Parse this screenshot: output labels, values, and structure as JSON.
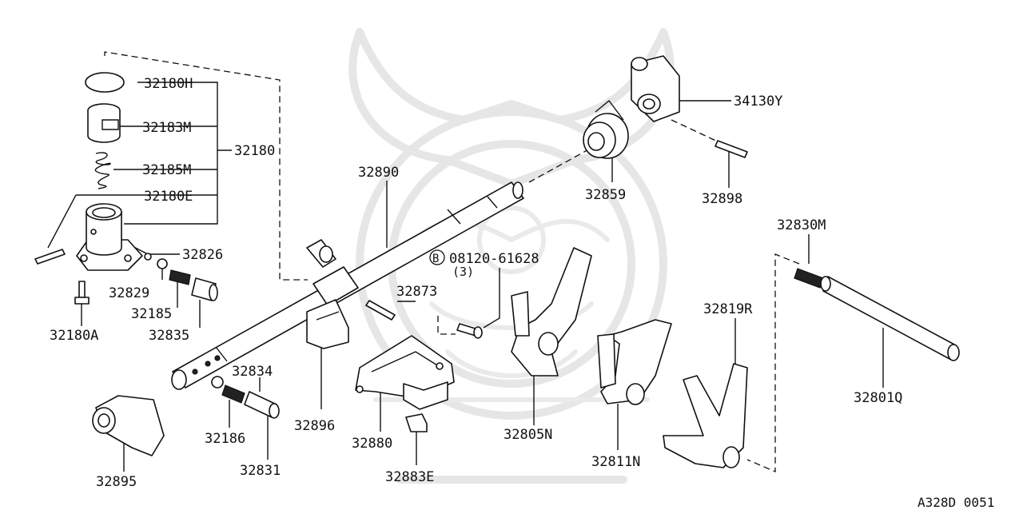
{
  "diagram_code": "A328D 0051",
  "bolt_symbol": "B",
  "bolt_part": "08120-61628",
  "bolt_qty": "(3)",
  "labels": {
    "p32180H": "32180H",
    "p32183M": "32183M",
    "p32185M": "32185M",
    "p32180": "32180",
    "p32180E": "32180E",
    "p32826": "32826",
    "p32829": "32829",
    "p32185": "32185",
    "p32835": "32835",
    "p32180A": "32180A",
    "p32890": "32890",
    "p32859": "32859",
    "p34130Y": "34130Y",
    "p32898": "32898",
    "p32873": "32873",
    "p32834": "32834",
    "p32186": "32186",
    "p32831": "32831",
    "p32895": "32895",
    "p32896": "32896",
    "p32880": "32880",
    "p32883E": "32883E",
    "p32805N": "32805N",
    "p32811N": "32811N",
    "p32819R": "32819R",
    "p32830M": "32830M",
    "p32801Q": "32801Q"
  }
}
